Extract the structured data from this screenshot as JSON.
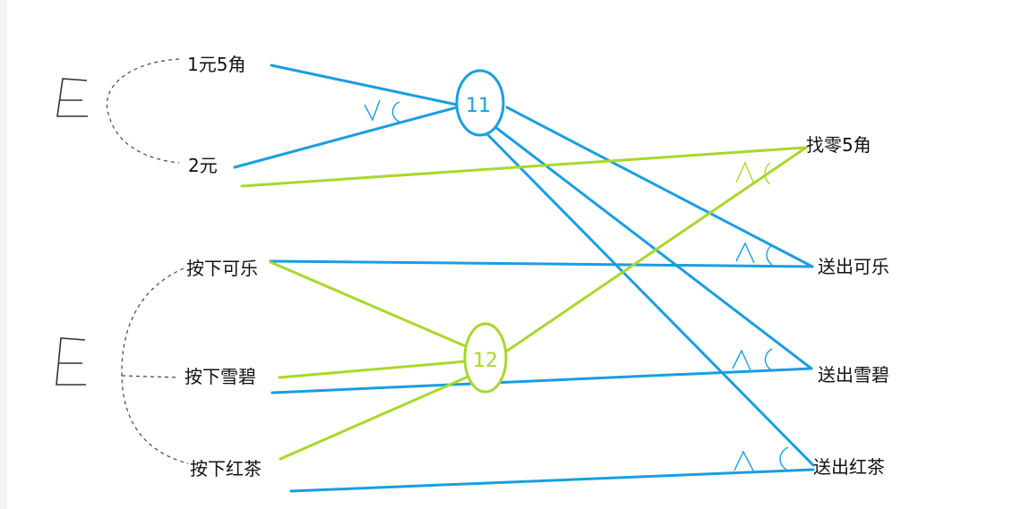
{
  "colors": {
    "blue": "#1a9ee0",
    "green": "#a8d82a",
    "dashed": "#444444",
    "text": "#111111",
    "strip": "#f3f3f3"
  },
  "inputs": {
    "coins": {
      "coin_1_5": "1元5角",
      "coin_2": "2元"
    },
    "buttons": {
      "cola": "按下可乐",
      "sprite": "按下雪碧",
      "tea": "按下红茶"
    }
  },
  "outputs": {
    "change": "找零5角",
    "cola": "送出可乐",
    "sprite": "送出雪碧",
    "tea": "送出红茶"
  },
  "nodes": {
    "node1": "11",
    "node2": "12"
  }
}
